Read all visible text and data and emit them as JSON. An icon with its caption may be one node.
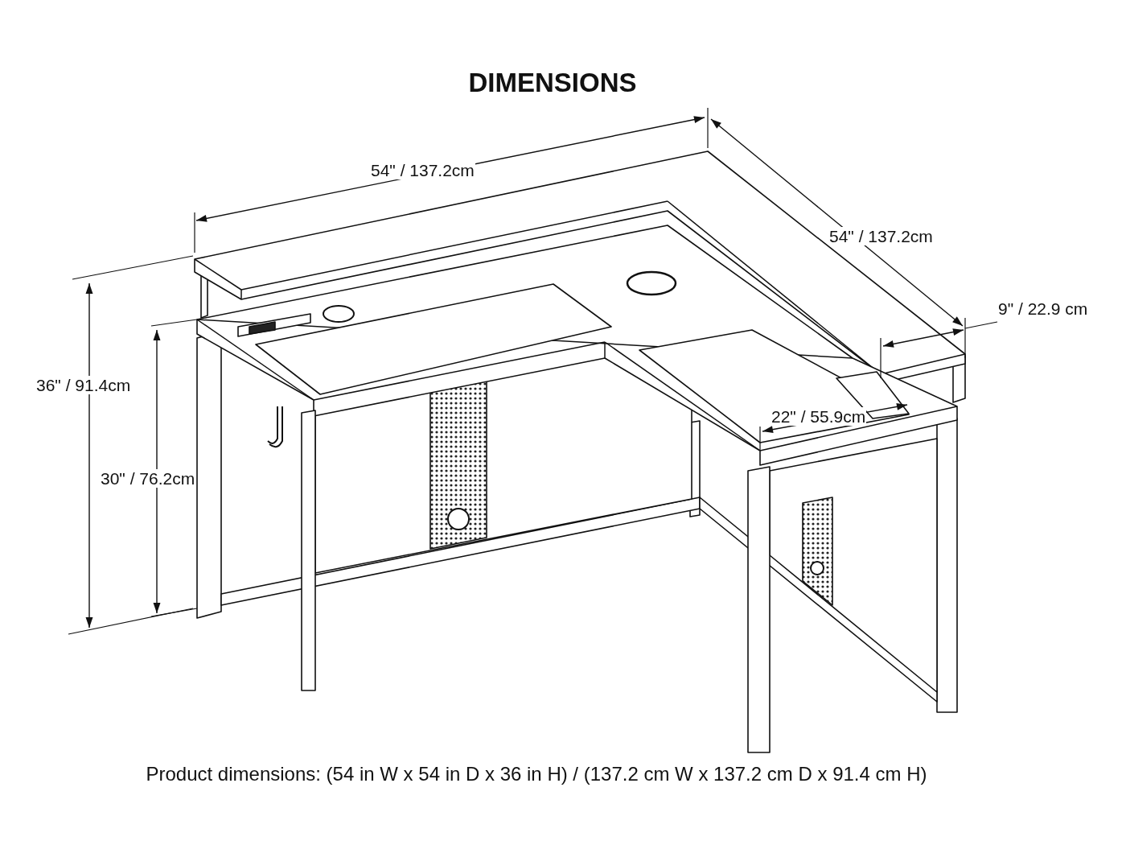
{
  "diagram": {
    "title": "DIMENSIONS",
    "caption": "Product dimensions: (54 in W x 54 in D x 36 in H) / (137.2 cm W x 137.2 cm D x 91.4 cm H)",
    "labels": [
      "54\" / 137.2cm",
      "54\" / 137.2cm",
      "9\" / 22.9 cm",
      "36\" / 91.4cm",
      "30\" / 76.2cm",
      "22\" / 55.9cm"
    ]
  }
}
